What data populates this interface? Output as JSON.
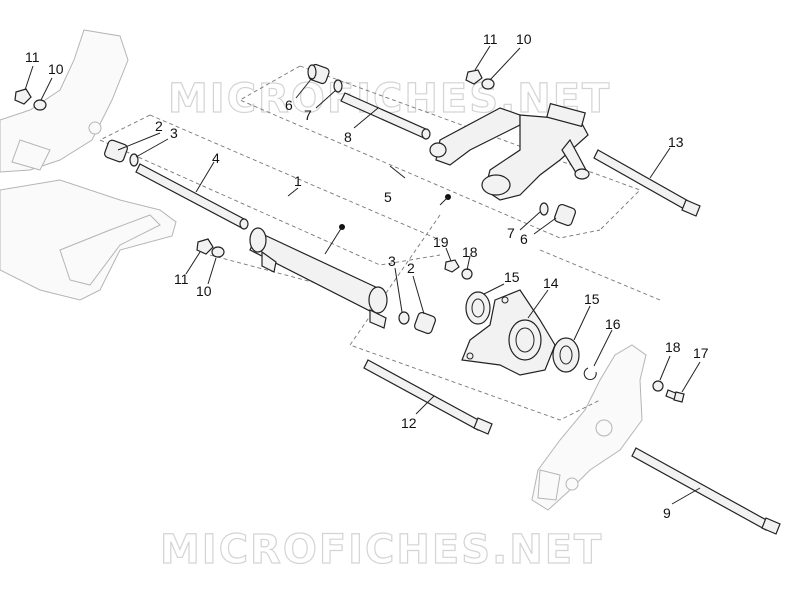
{
  "watermark": {
    "top": "MICROFICHES.NET",
    "bottom": "MICROFICHES.NET"
  },
  "callouts": {
    "c11a": "11",
    "c10a": "10",
    "c11b": "11",
    "c10b": "10",
    "c11c": "11",
    "c10c": "10",
    "c2a": "2",
    "c3a": "3",
    "c4": "4",
    "c1": "1",
    "c6a": "6",
    "c7a": "7",
    "c8": "8",
    "c5": "5",
    "c13": "13",
    "c7b": "7",
    "c6b": "6",
    "c19": "19",
    "c18a": "18",
    "c3b": "3",
    "c2b": "2",
    "c15a": "15",
    "c14": "14",
    "c15b": "15",
    "c16": "16",
    "c18b": "18",
    "c17": "17",
    "c12": "12",
    "c9": "9"
  }
}
